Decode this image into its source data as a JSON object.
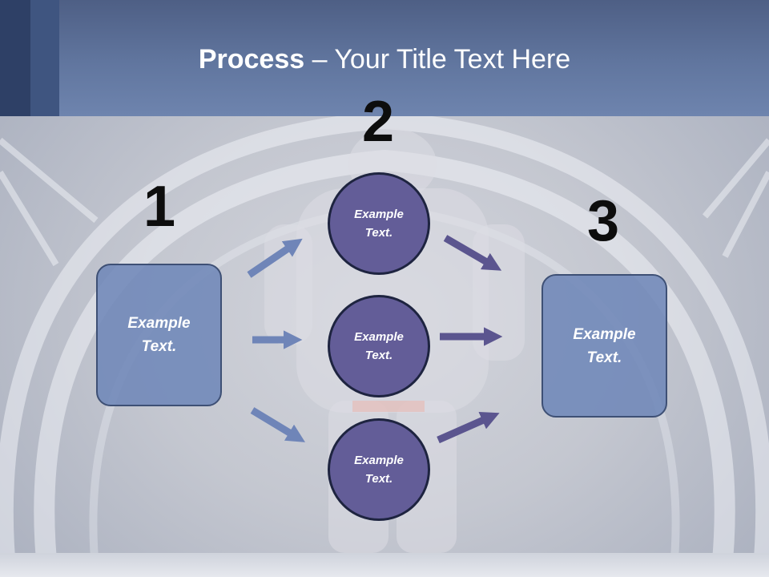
{
  "title": {
    "bold_part": "Process",
    "rest_part": " – Your Title Text Here"
  },
  "steps": {
    "one": {
      "number": "1",
      "label": "Example Text."
    },
    "two": {
      "number": "2",
      "items": [
        {
          "label": "Example Text."
        },
        {
          "label": "Example Text."
        },
        {
          "label": "Example Text."
        }
      ]
    },
    "three": {
      "number": "3",
      "label": "Example Text."
    }
  },
  "colors": {
    "header": "#61769f",
    "box_fill": "#7088b8",
    "circle_fill": "#635d98",
    "arrow_left": "#6f85b8",
    "arrow_right": "#5b558f"
  }
}
